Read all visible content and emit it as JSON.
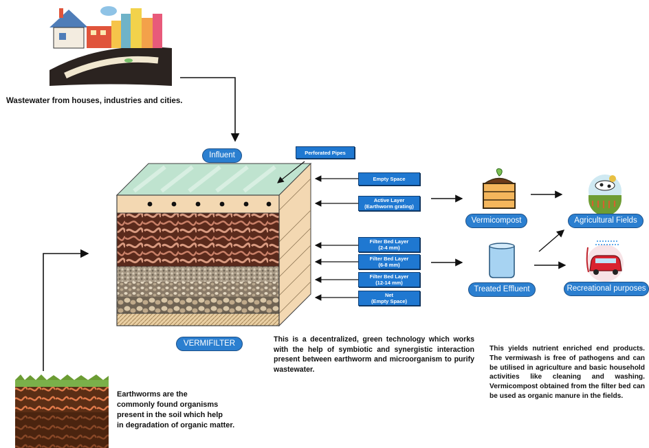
{
  "source": {
    "caption": "Wastewater from houses, industries and cities."
  },
  "influent_label": "Influent",
  "filter": {
    "name": "VERMIFILTER",
    "perforated_pipes": "Perforated Pipes",
    "layers": [
      "Empty Space",
      "Active Layer\n(Earthworm grating)",
      "Filter Bed Layer\n(2-4 mm)",
      "Filter Bed Layer\n(6-8 mm)",
      "Filter Bed Layer\n(12-14 mm)",
      "Net\n(Empty Space)"
    ],
    "description": "This is a decentralized, green technology which works with the help of symbiotic and synergistic interaction present between earthworm and microorganism to purify wastewater."
  },
  "outputs": {
    "vermicompost": "Vermicompost",
    "treated_effluent": "Treated Effluent",
    "agricultural_fields": "Agricultural Fields",
    "recreational": "Recreational purposes"
  },
  "soil": {
    "caption": "Earthworms are the\ncommonly found organisms\npresent in the soil which help\nin degradation of organic matter."
  },
  "summary": "This yields nutrient enriched end products. The vermiwash is free of pathogens and can be utilised in agriculture and basic household activities like cleaning and washing. Vermicompost obtained from the filter bed can be used as organic manure in the fields.",
  "colors": {
    "pill_blue": "#2b7fd0",
    "tag_blue": "#1f78d1",
    "box_tan": "#f3d8b2",
    "top_green": "#bfe3cf"
  }
}
